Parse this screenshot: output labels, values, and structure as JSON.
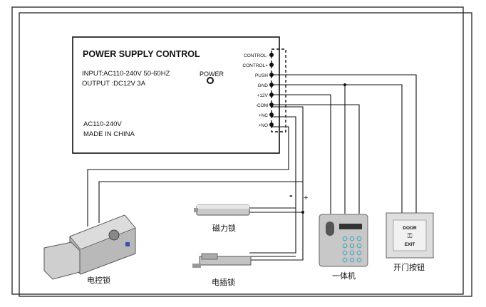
{
  "panel": {
    "title": "POWER SUPPLY CONTROL",
    "input": "INPUT:AC110-240V 50-60HZ",
    "output": "OUTPUT :DC12V 3A",
    "power_label": "POWER",
    "ac_label": "AC110-240V",
    "origin": "MADE IN CHINA"
  },
  "terminals": [
    "CONTROL-",
    "CONTROL+",
    "PUSH",
    "GND",
    "+12V",
    "-COM",
    "+NC",
    "+NO"
  ],
  "polarity": {
    "minus": "-",
    "plus": "+"
  },
  "devices": {
    "magnetic_lock": "磁力锁",
    "electric_bolt": "电插锁",
    "electric_lock": "电控锁",
    "all_in_one": "一体机",
    "exit_button": "开门按钮"
  },
  "exit_plate": {
    "top": "DOOR",
    "bottom": "EXIT"
  }
}
